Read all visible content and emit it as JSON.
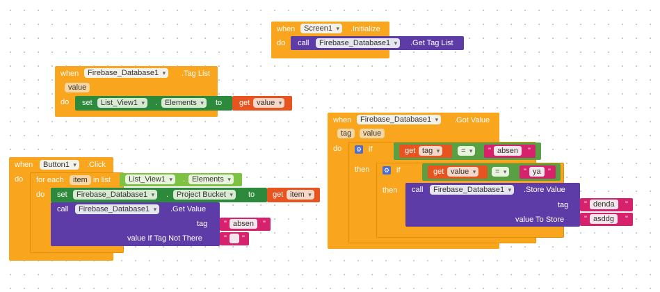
{
  "kw": {
    "when": "when",
    "do": "do",
    "call": "call",
    "set": "set",
    "to": "to",
    "get": "get",
    "for_each": "for each",
    "in_list": "in list",
    "if": "if",
    "then": "then",
    "eq": "=",
    "q": "\"",
    "tag": "tag",
    "value": "value",
    "value_if_tag_not_there": "value If Tag Not There",
    "value_to_store": "value To Store"
  },
  "screen_init": {
    "component": "Screen1",
    "event": ".Initialize",
    "target": "Firebase_Database1",
    "method": ".Get Tag List"
  },
  "tag_list": {
    "component": "Firebase_Database1",
    "event": ".Tag List",
    "param": "value",
    "set_component": "List_View1",
    "set_property": "Elements",
    "get_var": "value"
  },
  "button_click": {
    "component": "Button1",
    "event": ".Click",
    "item": "item",
    "list_component": "List_View1",
    "list_property": "Elements",
    "set_component": "Firebase_Database1",
    "set_property": "Project Bucket",
    "get_var": "item",
    "call_component": "Firebase_Database1",
    "call_method": ".Get Value",
    "tag_text": "absen",
    "default_text": ""
  },
  "got_value": {
    "component": "Firebase_Database1",
    "event": ".Got Value",
    "param1": "tag",
    "param2": "value",
    "if1_var": "tag",
    "if1_text": "absen",
    "if2_var": "value",
    "if2_text": "ya",
    "call_component": "Firebase_Database1",
    "call_method": ".Store Value",
    "store_tag": "denda",
    "store_value": "asddg"
  }
}
